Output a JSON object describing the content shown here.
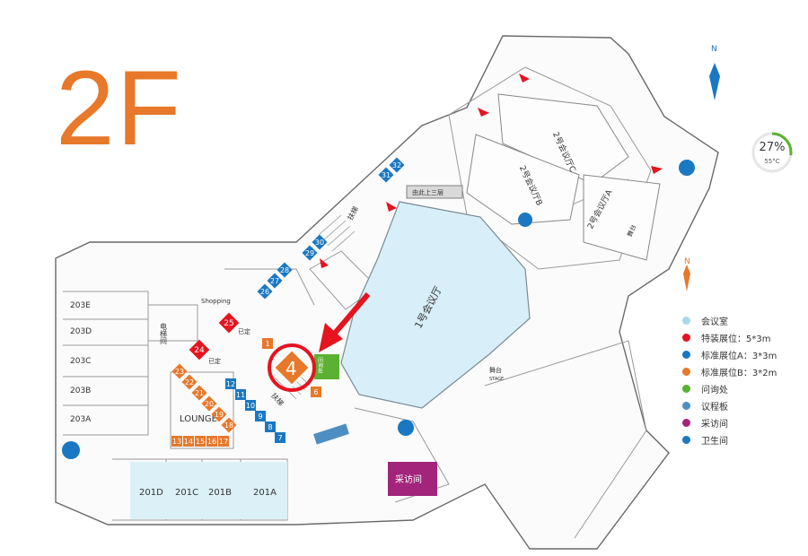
{
  "floor_label": "2F",
  "compass": {
    "north": "N"
  },
  "legend_compass": {
    "north": "N"
  },
  "weather": {
    "humidity": "27%",
    "temperature": "55°C"
  },
  "legend": [
    {
      "label": "会议室",
      "color": "#a8d8ee"
    },
    {
      "label": "特装展位：5*3m",
      "color": "#e5141f"
    },
    {
      "label": "标准展位A：3*3m",
      "color": "#1a78c2"
    },
    {
      "label": "标准展位B：3*2m",
      "color": "#e8782a"
    },
    {
      "label": "问询处",
      "color": "#5bb132"
    },
    {
      "label": "议程板",
      "color": "#4e8ec2"
    },
    {
      "label": "采访间",
      "color": "#a2247b"
    },
    {
      "label": "卫生间",
      "color": "#1a78c2"
    }
  ],
  "rooms": {
    "hall1": "1号会议厅",
    "hall2a": "2号会议厅A",
    "hall2b": "2号会议厅B",
    "hall2c": "2号会议厅C",
    "stage_cn": "舞台",
    "stage_en": "STAGE",
    "lounge": "LOUNGE",
    "shopping": "Shopping",
    "elevator": "电梯间",
    "escalator": "扶梯",
    "upstairs": "由此上三层",
    "interview": "采访间",
    "info_desk": "问询处",
    "r201a": "201A",
    "r201b": "201B",
    "r201c": "201C",
    "r201d": "201D",
    "r203a": "203A",
    "r203b": "203B",
    "r203c": "203C",
    "r203d": "203D",
    "r203e": "203E",
    "reserved": "已定",
    "highlight_booth": "4"
  },
  "booths": {
    "blue": [
      "12",
      "11",
      "10",
      "9",
      "8",
      "7",
      "26",
      "27",
      "28",
      "29",
      "30",
      "31",
      "32"
    ],
    "orange": [
      "13",
      "14",
      "15",
      "16",
      "17",
      "18",
      "19",
      "20",
      "21",
      "22",
      "23",
      "1",
      "6"
    ],
    "red": [
      "24",
      "25"
    ]
  }
}
